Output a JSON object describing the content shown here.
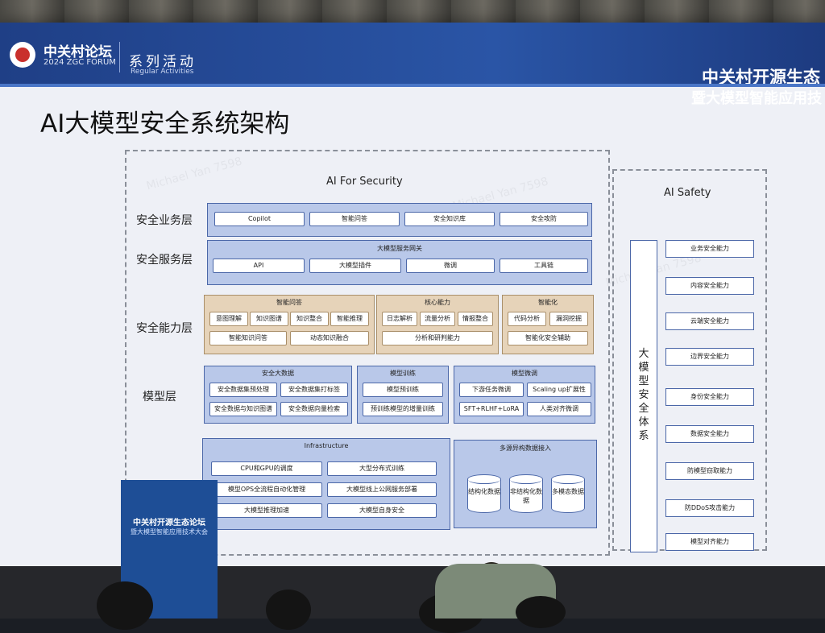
{
  "banner": {
    "forum_name": "中关村论坛",
    "forum_sub": "2024 ZGC FORUM",
    "series": "系列活动",
    "series_en": "Regular Activities",
    "event_title_1": "中关村开源生态",
    "event_title_2": "暨大模型智能应用技"
  },
  "title": "AI大模型安全系统架构",
  "left_header": "AI For Security",
  "right_header": "AI Safety",
  "layers": [
    "安全业务层",
    "安全服务层",
    "安全能力层",
    "模型层"
  ],
  "business": [
    "Copilot",
    "智能问答",
    "安全知识库",
    "安全攻防"
  ],
  "service": {
    "title": "大模型服务网关",
    "items": [
      "API",
      "大模型插件",
      "微调",
      "工具链"
    ]
  },
  "capability": {
    "qa": {
      "title": "智能问答",
      "items": [
        "意图理解",
        "知识图谱",
        "知识整合",
        "智能推理",
        "智能知识问答",
        "动态知识融合"
      ]
    },
    "core": {
      "title": "核心能力",
      "items": [
        "日志解析",
        "流量分析",
        "情报整合",
        "分析和研判能力"
      ]
    },
    "intel": {
      "title": "智能化",
      "items": [
        "代码分析",
        "漏洞挖掘",
        "智能化安全辅助"
      ]
    }
  },
  "model": {
    "bigdata": {
      "title": "安全大数据",
      "items": [
        "安全数据集预处理",
        "安全数据集打标签",
        "安全数据与知识图谱",
        "安全数据向量检索"
      ]
    },
    "training": {
      "title": "模型训练",
      "items": [
        "模型预训练",
        "预训练模型的增量训练"
      ]
    },
    "finetune": {
      "title": "模型微调",
      "items": [
        "下游任务微调",
        "Scaling up扩展性",
        "SFT+RLHF+LoRA",
        "人类对齐微调"
      ]
    }
  },
  "infra": {
    "title": "Infrastructure",
    "items": [
      "CPU和GPU的调度",
      "大型分布式训练",
      "模型OPS全流程自动化管理",
      "大模型线上公网服务部署",
      "大模型推理加速",
      "大模型自身安全"
    ]
  },
  "multisource": {
    "title": "多源异构数据接入",
    "items": [
      "结构化数据",
      "非结构化数据",
      "多模态数据"
    ]
  },
  "safety_system": "大模型安全体系",
  "safety": [
    "业务安全能力",
    "内容安全能力",
    "云端安全能力",
    "边界安全能力",
    "身份安全能力",
    "数据安全能力",
    "防模型窃取能力",
    "防DDoS攻击能力",
    "模型对齐能力"
  ],
  "watermark": "Michael Yan 7598",
  "podium": {
    "line1": "中关村开源生态论坛",
    "line2": "暨大模型智能应用技术大会"
  },
  "colors": {
    "banner": "#1f3f86",
    "panel_blue": "#b9c8e9",
    "panel_tan": "#e6d3b9",
    "screen": "#eef0f6"
  }
}
